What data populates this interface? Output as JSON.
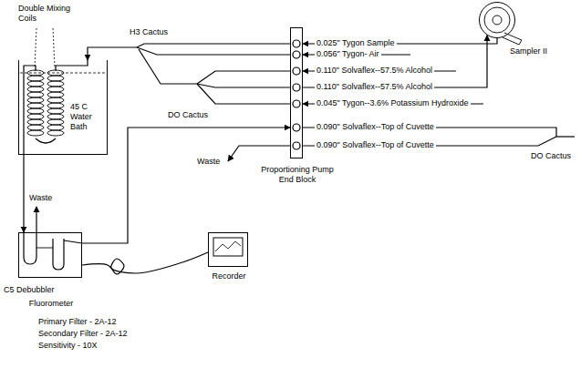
{
  "diagram": {
    "nodes": [
      {
        "text": [
          "45 C Water Bath"
        ]
      },
      {
        "text": [
          "Sampler II"
        ]
      },
      {
        "text": [
          "Proportioning Pump End Block"
        ]
      },
      {
        "text": [
          "Fluorometer"
        ]
      },
      {
        "text": [
          "Recorder"
        ]
      }
    ],
    "edges": [
      {
        "from": 1,
        "to": 2,
        "arrow": "to",
        "label": "0.025\" Tygon Sample"
      },
      {
        "from": 2,
        "to": 0,
        "arrow": "to"
      },
      {
        "from": 0,
        "to": 3,
        "arrow": "to"
      },
      {
        "from": 3,
        "to": 4,
        "arrow": "none"
      },
      {
        "from": 2,
        "to": 1,
        "arrow": "to",
        "label": "0.110\" Solvaflex--57.5% Alcohol"
      },
      {
        "from": 3,
        "to": 2,
        "arrow": "to"
      }
    ],
    "labels": [
      "Double Mixing Coils",
      "H3 Cactus",
      "0.056\" Tygon- Air",
      "0.110\" Solvaflex--57.5% Alcohol",
      "0.045\" Tygon--3.6% Potassium Hydroxide",
      "0.090\" Solvaflex--Top of Cuvette",
      "0.090\" Solvaflex--Top of Cuvette",
      "DO Cactus",
      "DO Cactus",
      "Waste",
      "Waste",
      "C5 Debubbler",
      "Primary Filter - 2A-12",
      "Secondary Filter - 2A-12",
      "Sensitivity - 10X"
    ]
  }
}
